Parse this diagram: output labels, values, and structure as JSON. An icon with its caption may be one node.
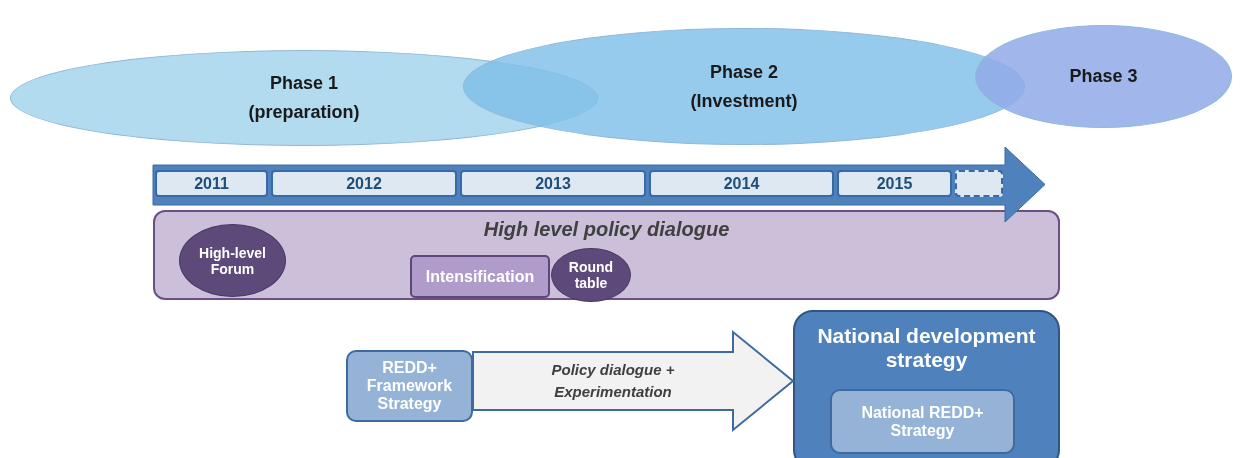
{
  "diagram": {
    "nodes": [
      {
        "text": [
          "Phase 1",
          "(preparation)"
        ]
      },
      {
        "text": [
          "Phase 2",
          "(Investment)"
        ]
      },
      {
        "text": [
          "Phase 3"
        ]
      },
      {
        "text": [],
        "shape": "arrow"
      },
      {
        "text": [
          "2011"
        ],
        "in": 3
      },
      {
        "text": [
          "2012"
        ],
        "in": 3
      },
      {
        "text": [
          "2013"
        ],
        "in": 3
      },
      {
        "text": [
          "2014"
        ],
        "in": 3
      },
      {
        "text": [
          "2015"
        ],
        "in": 3
      },
      {
        "text": [],
        "shape": "box",
        "in": 3
      },
      {
        "text": [
          "High level policy dialogue"
        ]
      },
      {
        "text": [
          "High-level Forum"
        ],
        "in": 10
      },
      {
        "text": [
          "Intensification"
        ],
        "in": 10
      },
      {
        "text": [
          "Round table"
        ],
        "in": 10
      },
      {
        "text": [
          "REDD+ Framework Strategy"
        ]
      },
      {
        "text": [
          "National development strategy"
        ]
      },
      {
        "text": [
          "National REDD+ Strategy"
        ],
        "in": 15
      }
    ],
    "edges": [
      {
        "from": 14,
        "to": 15,
        "arrow": "to",
        "label": "Policy dialogue + Experimentation",
        "style": "thick"
      }
    ]
  }
}
